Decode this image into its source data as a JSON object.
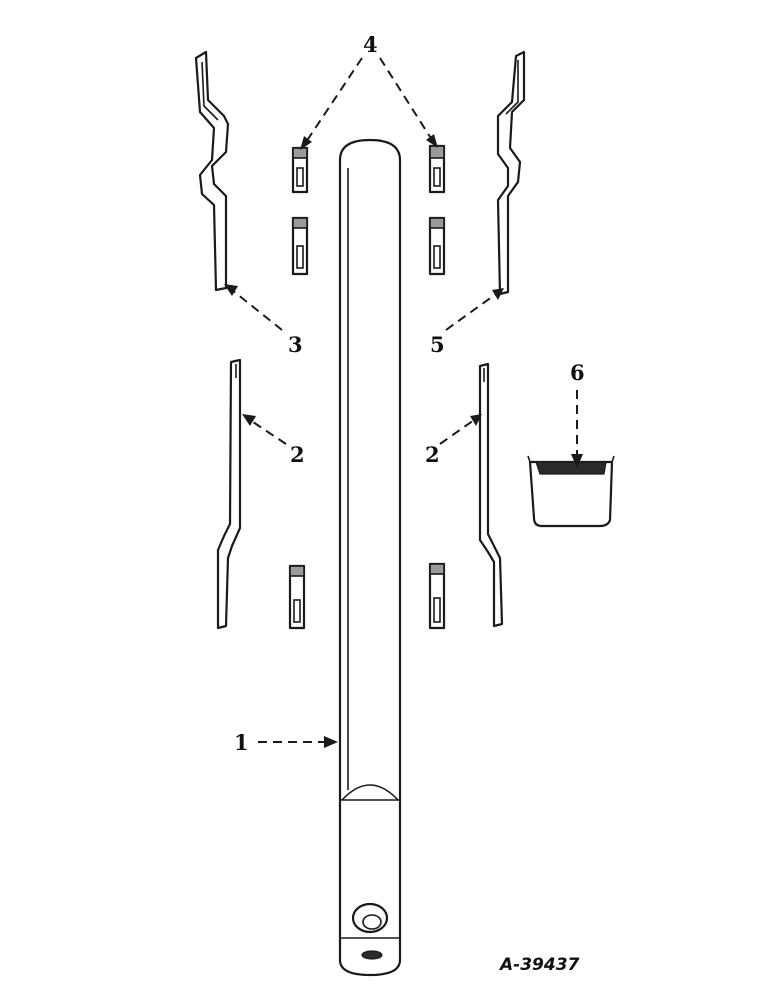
{
  "callouts": {
    "c1": "1",
    "c2a": "2",
    "c2b": "2",
    "c3": "3",
    "c4": "4",
    "c5": "5",
    "c6": "6"
  },
  "figure_number": "A-39437"
}
